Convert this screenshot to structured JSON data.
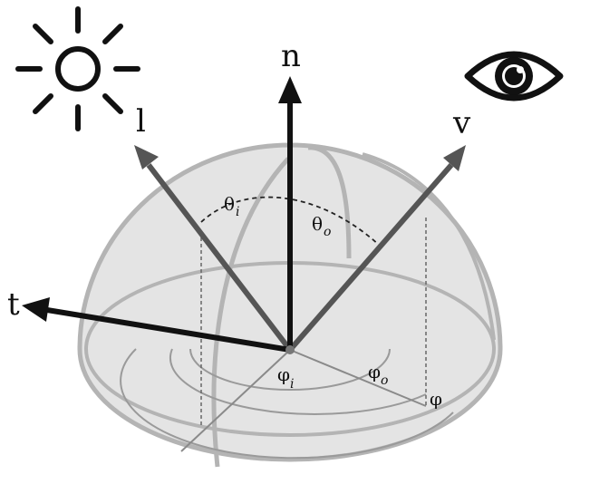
{
  "diagram": {
    "vectors": {
      "normal_label": "n",
      "light_label": "l",
      "view_label": "v",
      "tangent_label": "t"
    },
    "angles": {
      "theta_i": {
        "symbol": "θ",
        "subscript": "i"
      },
      "theta_o": {
        "symbol": "θ",
        "subscript": "o"
      },
      "phi_i": {
        "symbol": "φ",
        "subscript": "i"
      },
      "phi_o": {
        "symbol": "φ",
        "subscript": "o"
      },
      "phi": {
        "symbol": "φ"
      }
    },
    "icons": {
      "light_source": "sun-icon",
      "viewer": "eye-icon"
    },
    "colors": {
      "hemisphere_fill": "#e4e4e4",
      "hemisphere_edge": "#b4b4b4",
      "incident_and_view_vectors": "#555555",
      "normal_and_tangent_vectors": "#111111"
    }
  }
}
